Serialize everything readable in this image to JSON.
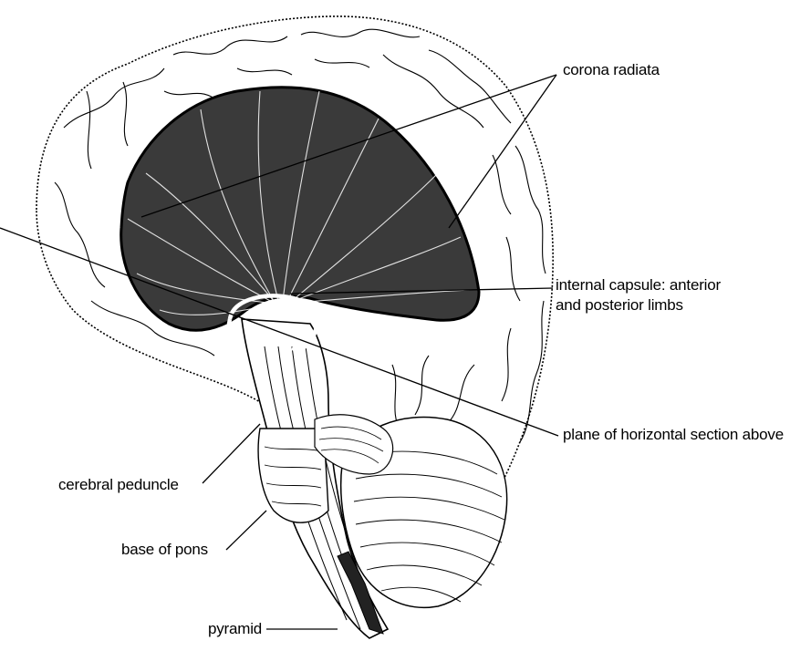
{
  "diagram": {
    "labels": {
      "corona_radiata": "corona radiata",
      "internal_capsule": "internal capsule: anterior\nand posterior limbs",
      "plane": "plane of horizontal section above",
      "cerebral_peduncle": "cerebral peduncle",
      "base_of_pons": "base of pons",
      "pyramid": "pyramid"
    },
    "colors": {
      "ink": "#000000",
      "paper": "#ffffff",
      "fiber_fill": "#3a3a3a",
      "highlight_ring": "#ffffff"
    }
  }
}
